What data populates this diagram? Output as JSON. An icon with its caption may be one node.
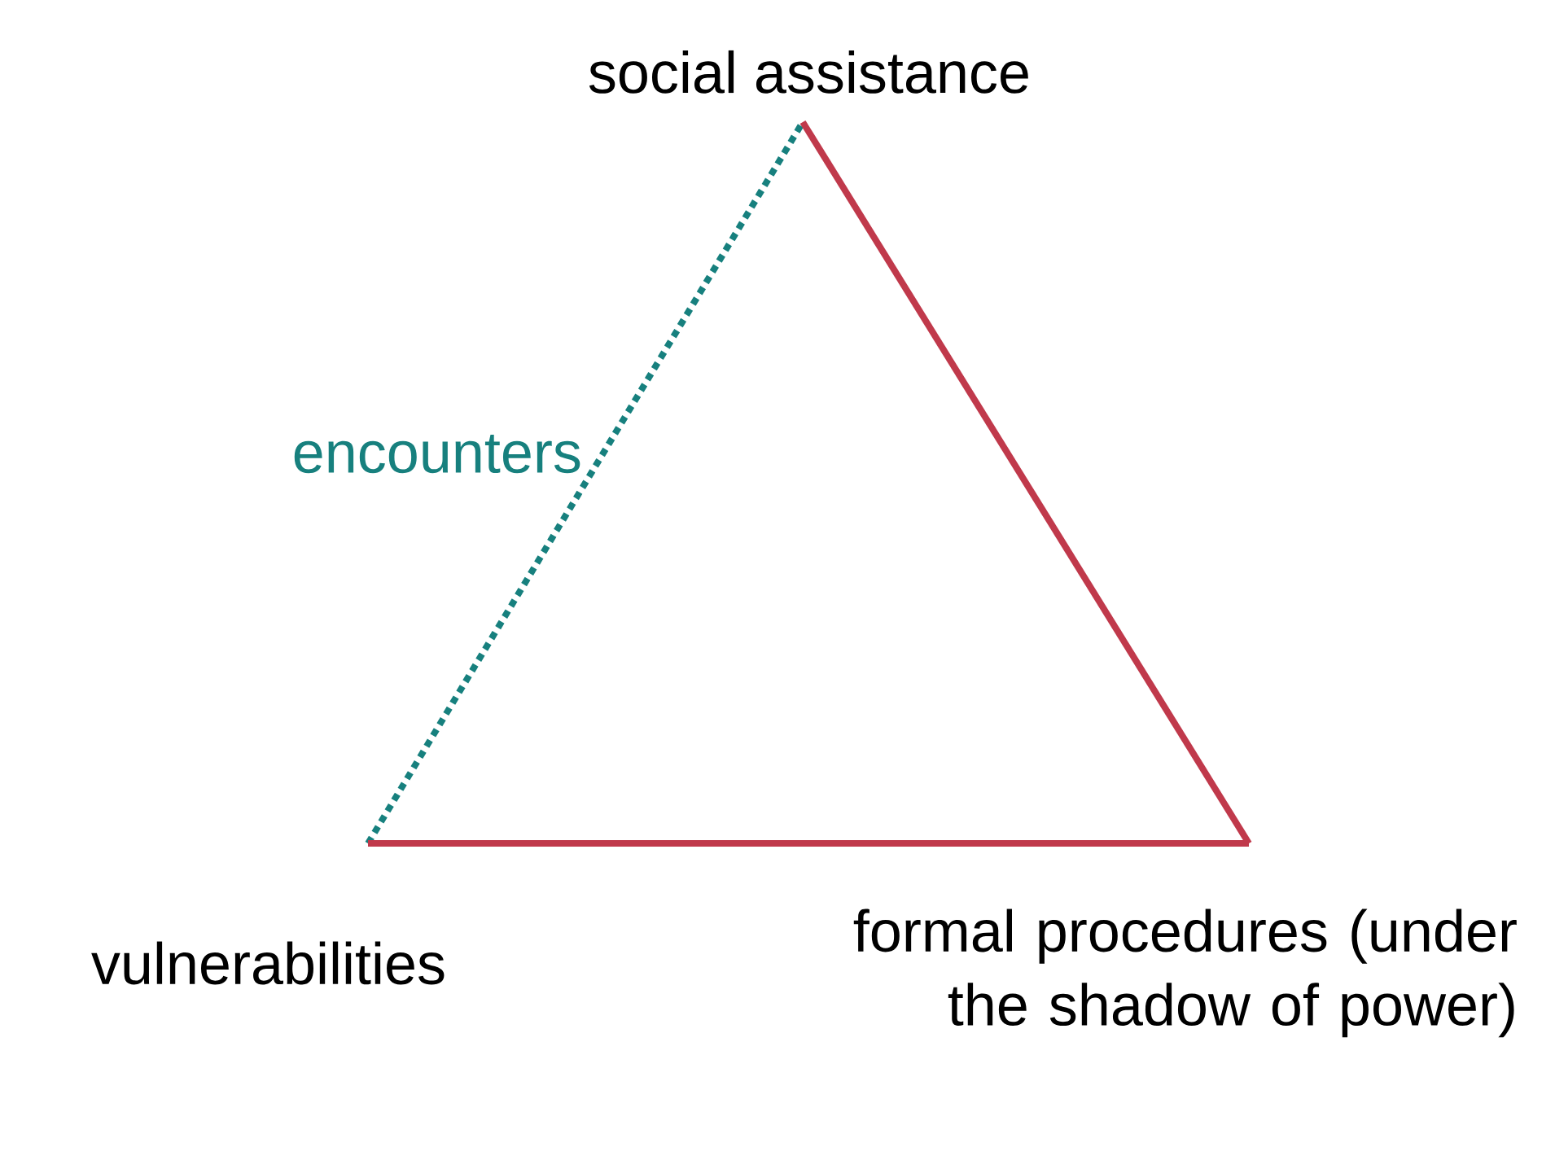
{
  "diagram": {
    "nodes": [
      {
        "text": [
          "social assistance"
        ]
      },
      {
        "text": [
          "vulnerabilities"
        ]
      },
      {
        "text": [
          "formal procedures (under the shadow of power)"
        ]
      }
    ],
    "edges": [
      {
        "from": 1,
        "to": 0,
        "arrow": "none",
        "style": "dashed",
        "color": "#17807e",
        "label": "encounters"
      },
      {
        "from": 0,
        "to": 2,
        "arrow": "none"
      },
      {
        "from": 1,
        "to": 2,
        "arrow": "none"
      }
    ]
  }
}
